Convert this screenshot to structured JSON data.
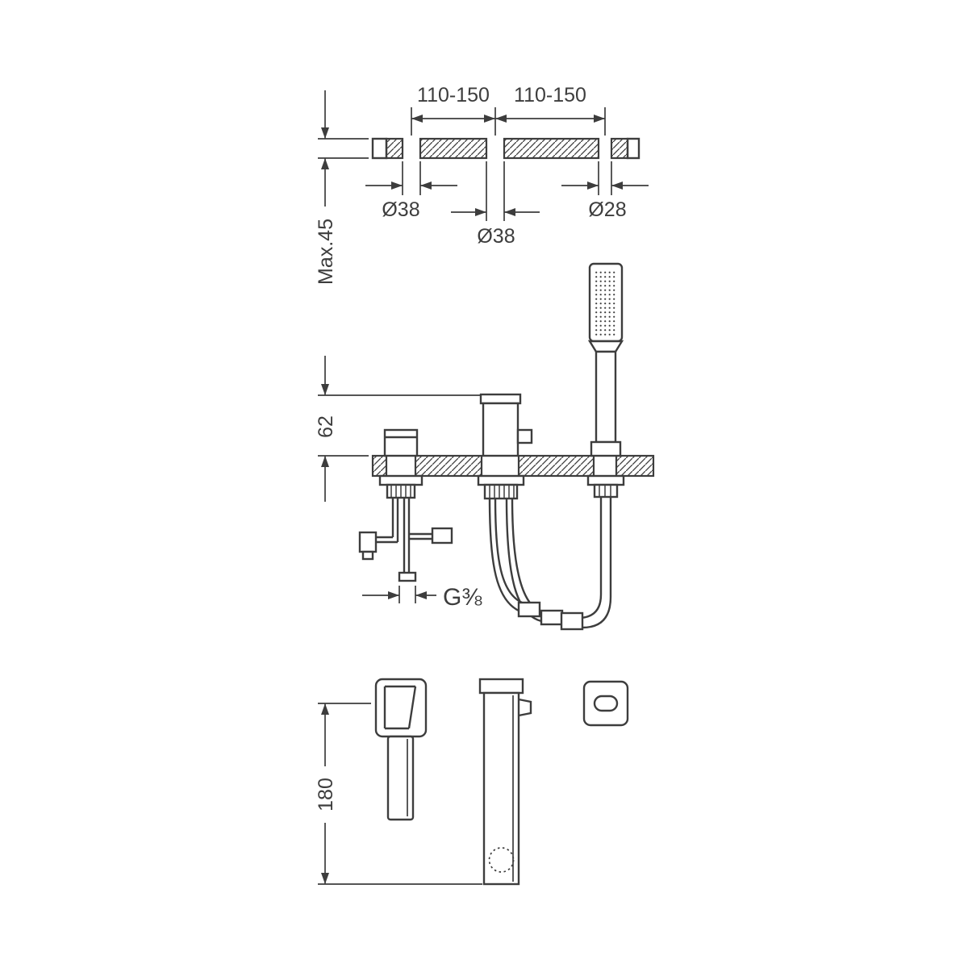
{
  "drawing": {
    "labels": {
      "span_left": "110-150",
      "span_right": "110-150",
      "dia_left": "Ø38",
      "dia_center": "Ø38",
      "dia_right": "Ø28",
      "max_thickness": "Max.45",
      "height_above_deck": "62",
      "thread": "G⅜",
      "component_height": "180"
    }
  }
}
